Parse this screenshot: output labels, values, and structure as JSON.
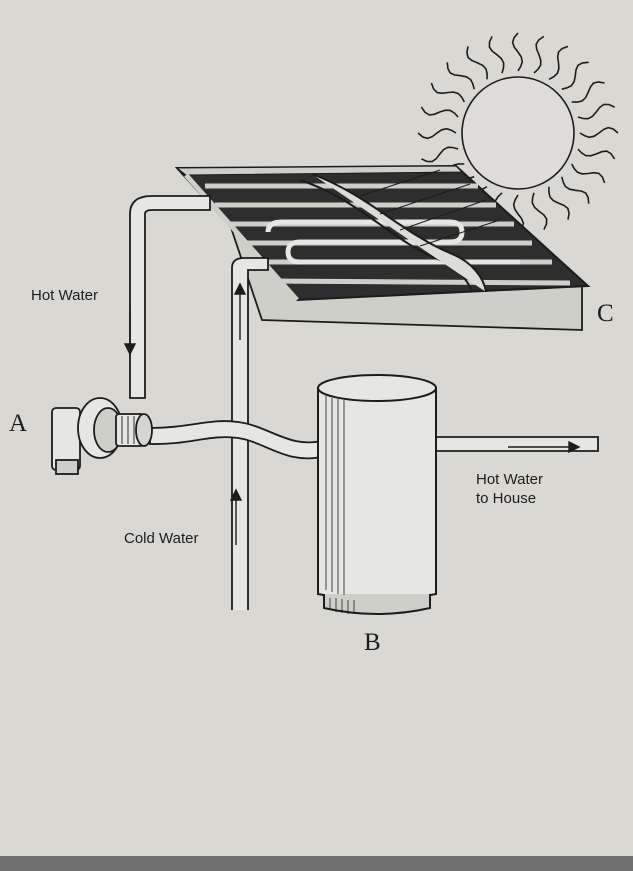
{
  "labels": {
    "hot_water": "Hot Water",
    "cold_water": "Cold Water",
    "hot_water_to_house_line1": "Hot Water",
    "hot_water_to_house_line2": "to House",
    "component_a": "A",
    "component_b": "B",
    "component_c": "C"
  },
  "colors": {
    "paper": "#d9d8d3",
    "ink": "#1c1c1c",
    "panel_stripe": "#2e2e2e",
    "panel_light": "#cfcfca",
    "pipe_fill": "#e6e6e2"
  },
  "icons": [
    "sun-icon",
    "solar-collector-panel",
    "pump-icon",
    "storage-tank-icon",
    "flow-arrow-icon"
  ]
}
